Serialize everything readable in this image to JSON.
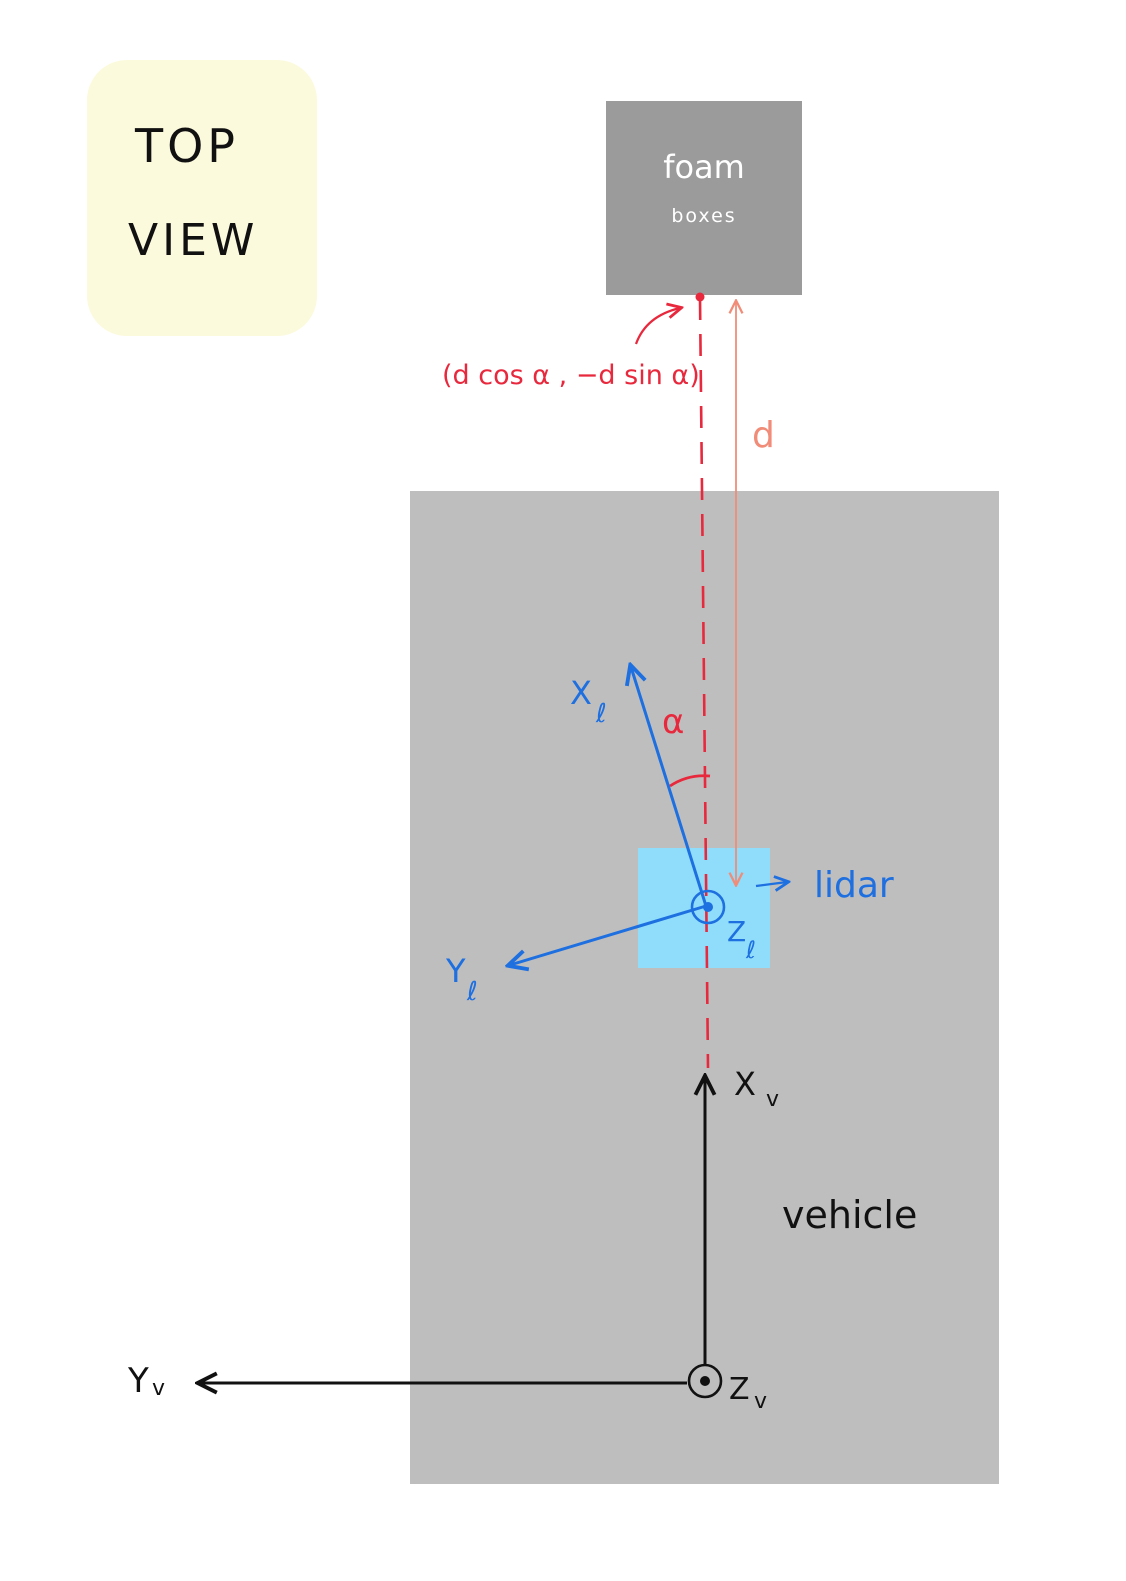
{
  "view_label": {
    "line1": "TOP",
    "line2": "VIEW"
  },
  "target": {
    "title": "foam",
    "subtitle": "boxes"
  },
  "target_point_label": "(d cos α , −d sin α)",
  "distance_label": "d",
  "angle_label": "α",
  "lidar": {
    "label": "lidar",
    "x_axis": "X",
    "x_axis_sub": "ℓ",
    "y_axis": "Y",
    "y_axis_sub": "ℓ",
    "z_axis": "Z",
    "z_axis_sub": "ℓ"
  },
  "vehicle": {
    "label": "vehicle",
    "x_axis": "X",
    "x_axis_sub": "v",
    "y_axis": "Y",
    "y_axis_sub": "v",
    "z_axis": "Z",
    "z_axis_sub": "v"
  },
  "colors": {
    "note_bg": "#FCFADC",
    "target_box": "#9B9B9B",
    "vehicle_body": "#BEBEBE",
    "lidar_box": "#8FDDFB",
    "blue": "#1E6FE0",
    "red": "#E8283C",
    "salmon": "#F08C78",
    "black": "#111111"
  }
}
